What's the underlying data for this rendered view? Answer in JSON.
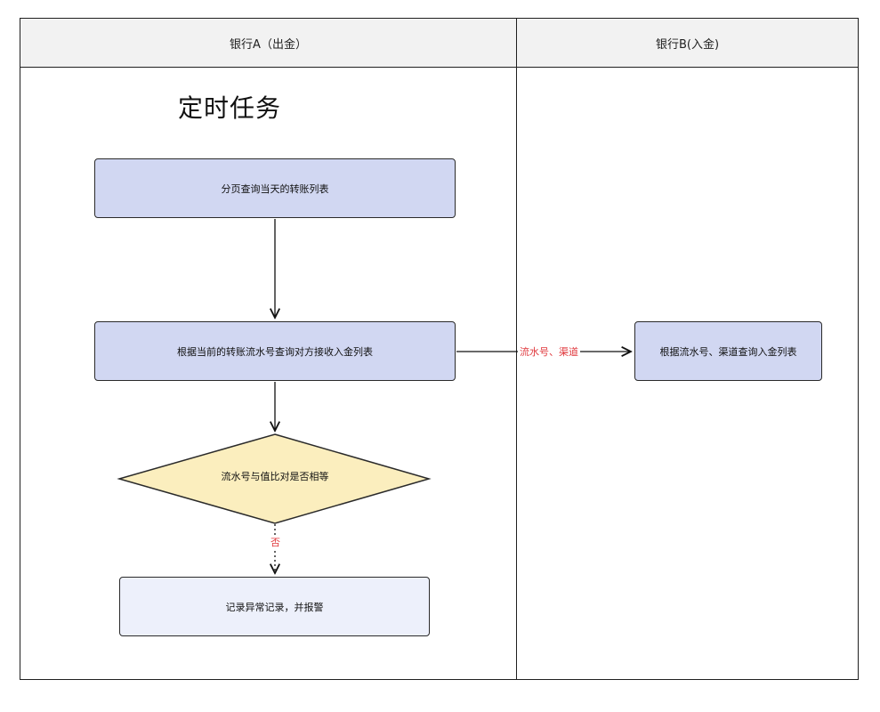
{
  "lanes": {
    "a_title": "银行A（出金）",
    "b_title": "银行B(入金)"
  },
  "section_title": "定时任务",
  "nodes": {
    "list_transfers": "分页查询当天的转账列表",
    "query_counterparty": "根据当前的转账流水号查询对方接收入金列表",
    "compare": "流水号与值比对是否相等",
    "record_alarm": "记录异常记录，并报警",
    "b_query": "根据流水号、渠道查询入金列表"
  },
  "edges": {
    "channel_label": "流水号、渠道",
    "no_label": "否"
  },
  "colors": {
    "node_fill": "#d1d7f2",
    "node_fill_light": "#edf0fb",
    "diamond_fill": "#fbeebe",
    "edge_label": "#e0393e",
    "header_fill": "#f2f2f2"
  }
}
